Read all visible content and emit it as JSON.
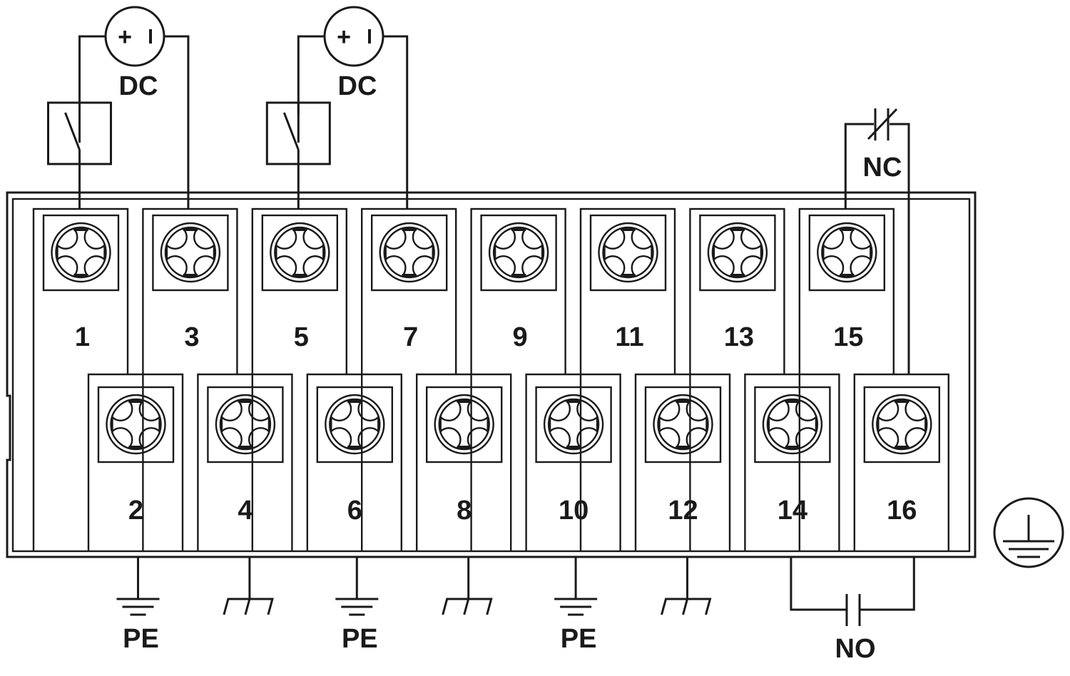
{
  "diagram": {
    "type": "terminal-block-wiring",
    "line_color": "#1a1a1a",
    "background": "#ffffff",
    "terminals_top": [
      "1",
      "3",
      "5",
      "7",
      "9",
      "11",
      "13",
      "15"
    ],
    "terminals_bottom": [
      "2",
      "4",
      "6",
      "8",
      "10",
      "12",
      "14",
      "16"
    ],
    "sources": [
      {
        "label": "DC",
        "plus": "+",
        "minus": "I",
        "terminals": [
          "1",
          "3"
        ],
        "switch_on": "1"
      },
      {
        "label": "DC",
        "plus": "+",
        "minus": "I",
        "terminals": [
          "5",
          "7"
        ],
        "switch_on": "5"
      }
    ],
    "contacts": [
      {
        "label": "NC",
        "type": "normally-closed",
        "terminals": [
          "15",
          "16"
        ]
      },
      {
        "label": "NO",
        "type": "normally-open",
        "terminals": [
          "14",
          "16"
        ]
      }
    ],
    "grounds": [
      {
        "terminal": "2",
        "type": "protective-earth",
        "label": "PE"
      },
      {
        "terminal": "4",
        "type": "chassis-ground",
        "label": ""
      },
      {
        "terminal": "6",
        "type": "protective-earth",
        "label": "PE"
      },
      {
        "terminal": "8",
        "type": "chassis-ground",
        "label": ""
      },
      {
        "terminal": "10",
        "type": "protective-earth",
        "label": "PE"
      },
      {
        "terminal": "12",
        "type": "chassis-ground",
        "label": ""
      }
    ],
    "symbol": "protective-earth-icon"
  }
}
